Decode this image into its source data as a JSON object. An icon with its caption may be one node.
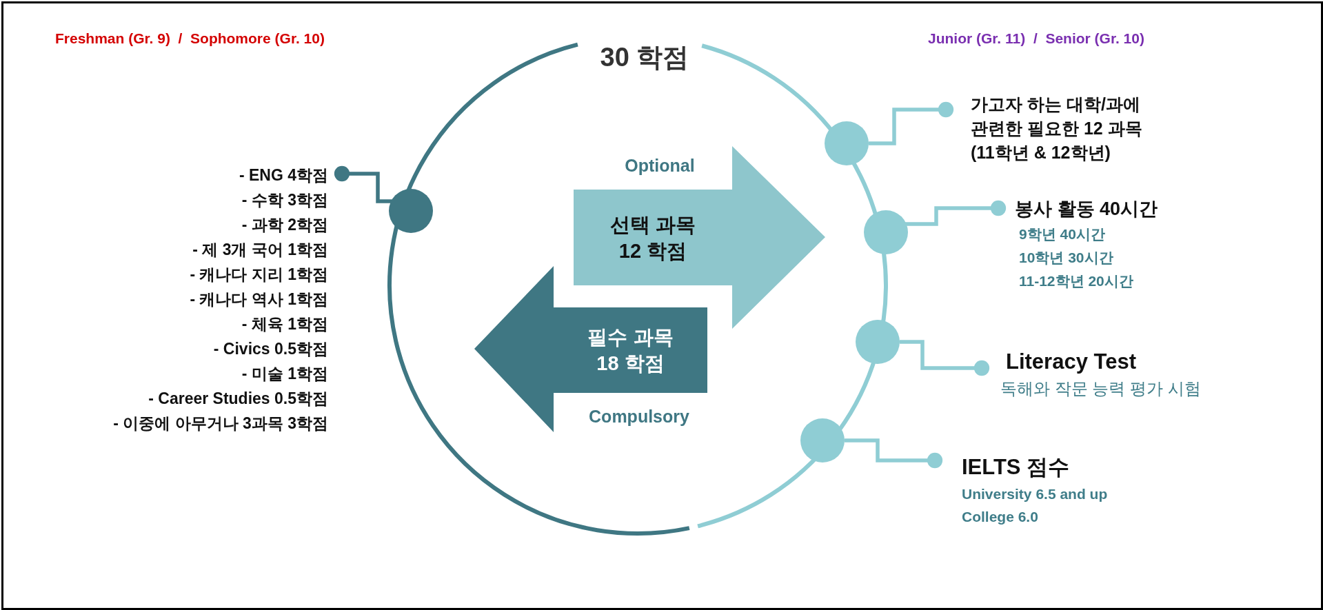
{
  "diagram": {
    "title": "30 학점",
    "nodes": [
      {
        "text": [
          "- ENG 4학점",
          "- 수학 3학점",
          "- 과학 2학점",
          "- 제 3개 국어 1학점",
          "- 캐나다 지리 1학점",
          "- 캐나다 역사 1학점",
          "- 체육 1학점",
          "- Civics 0.5학점",
          "- 미술 1학점",
          "- Career Studies 0.5학점",
          "- 이중에 아무거나 3과목 3학점"
        ]
      },
      {
        "text": [],
        "shape": "circle"
      },
      {
        "text": [
          "필수 과목 18 학점"
        ],
        "beside": [
          "Compulsory"
        ]
      },
      {
        "text": [
          "선택 과목 12 학점"
        ],
        "beside": [
          "Optional"
        ]
      },
      {
        "text": [],
        "shape": "circle"
      },
      {
        "text": [
          "가고자 하는 대학/과에 관련한 필요한 12 과목 (11학년 & 12학년)"
        ]
      },
      {
        "text": [],
        "shape": "circle"
      },
      {
        "text": [
          "봉사 활동 40시간",
          "9학년 40시간",
          "10학년 30시간",
          "11-12학년 20시간"
        ]
      },
      {
        "text": [],
        "shape": "circle"
      },
      {
        "text": [
          "Literacy Test",
          "독해와 작문 능력 평가 시험"
        ]
      },
      {
        "text": [],
        "shape": "circle"
      },
      {
        "text": [
          "IELTS  점수",
          "University 6.5 and up",
          "College 6.0"
        ]
      }
    ],
    "edges": [
      {
        "from": 1,
        "to": 0,
        "arrow": "other"
      },
      {
        "from": 4,
        "to": 5,
        "arrow": "other"
      },
      {
        "from": 6,
        "to": 7,
        "arrow": "other"
      },
      {
        "from": 8,
        "to": 9,
        "arrow": "other"
      },
      {
        "from": 10,
        "to": 11,
        "arrow": "other"
      }
    ],
    "labels": [
      "Freshman (Gr. 9)  /  Sophomore (Gr. 10)",
      "Junior (Gr. 11)  /  Senior (Gr. 10)"
    ]
  }
}
